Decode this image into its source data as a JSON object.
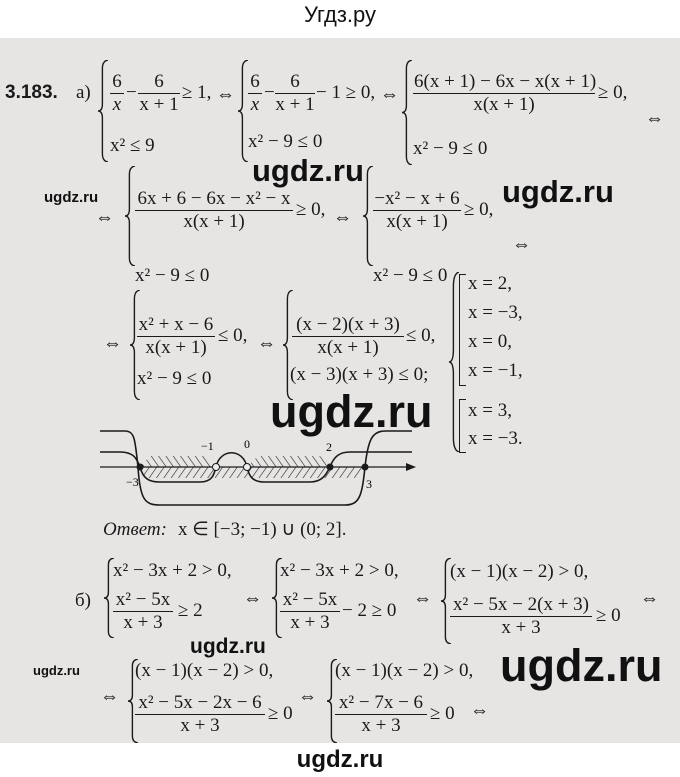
{
  "header": {
    "title": "Угдз.ру"
  },
  "footer": {
    "watermark": "ugdz.ru"
  },
  "watermark": "ugdz.ru",
  "equiv": "⇔",
  "problem": {
    "number": "3.183.",
    "part_a": "а)",
    "part_b": "б)"
  },
  "a": {
    "r1": {
      "s1": {
        "f1n": "6",
        "f1d": "x",
        "minus": "−",
        "f2n": "6",
        "f2d": "x + 1",
        "tail": "≥ 1,",
        "line2": "x² ≤ 9"
      },
      "s2": {
        "f1n": "6",
        "f1d": "x",
        "minus": "−",
        "f2n": "6",
        "f2d": "x + 1",
        "tail": "− 1 ≥ 0,",
        "line2": "x² − 9 ≤ 0"
      },
      "s3": {
        "num": "6(x + 1) − 6x − x(x + 1)",
        "den": "x(x + 1)",
        "tail": "≥ 0,",
        "line2": "x² − 9 ≤ 0"
      }
    },
    "r2": {
      "s1": {
        "num": "6x + 6 − 6x − x² − x",
        "den": "x(x + 1)",
        "tail": "≥ 0,",
        "line2": "x² − 9 ≤ 0"
      },
      "s2": {
        "num": "−x² − x + 6",
        "den": "x(x + 1)",
        "tail": "≥ 0,",
        "line2": "x² − 9 ≤ 0"
      }
    },
    "r3": {
      "s1": {
        "num": "x² + x − 6",
        "den": "x(x + 1)",
        "tail": "≤ 0,",
        "line2": "x² − 9 ≤ 0"
      },
      "s2": {
        "num": "(x − 2)(x + 3)",
        "den": "x(x + 1)",
        "tail": "≤ 0,",
        "line2": "(x − 3)(x + 3) ≤ 0;"
      },
      "cases": [
        "x = 2,",
        "x = −3,",
        "x = 0,",
        "x = −1,",
        "x = 3,",
        "x = −3."
      ]
    },
    "number_line": {
      "points": [
        "−3",
        "−1",
        "0",
        "2",
        "3"
      ],
      "filled": [
        "−3",
        "2",
        "3"
      ],
      "open": [
        "−1",
        "0"
      ]
    },
    "answer_label": "Ответ:",
    "answer": "x ∈ [−3; −1) ∪ (0; 2]."
  },
  "b": {
    "r1": {
      "s1": {
        "line1": "x² − 3x + 2 > 0,",
        "num": "x² − 5x",
        "den": "x + 3",
        "tail": "≥ 2"
      },
      "s2": {
        "line1": "x² − 3x + 2 > 0,",
        "num": "x² − 5x",
        "den": "x + 3",
        "tail": "− 2 ≥ 0"
      },
      "s3": {
        "line1": "(x − 1)(x − 2) > 0,",
        "num": "x² − 5x − 2(x + 3)",
        "den": "x + 3",
        "tail": "≥ 0"
      }
    },
    "r2": {
      "s1": {
        "line1": "(x − 1)(x − 2) > 0,",
        "num": "x² − 5x − 2x − 6",
        "den": "x + 3",
        "tail": "≥ 0"
      },
      "s2": {
        "line1": "(x − 1)(x − 2) > 0,",
        "num": "x² − 7x − 6",
        "den": "x + 3",
        "tail": "≥ 0"
      }
    }
  }
}
